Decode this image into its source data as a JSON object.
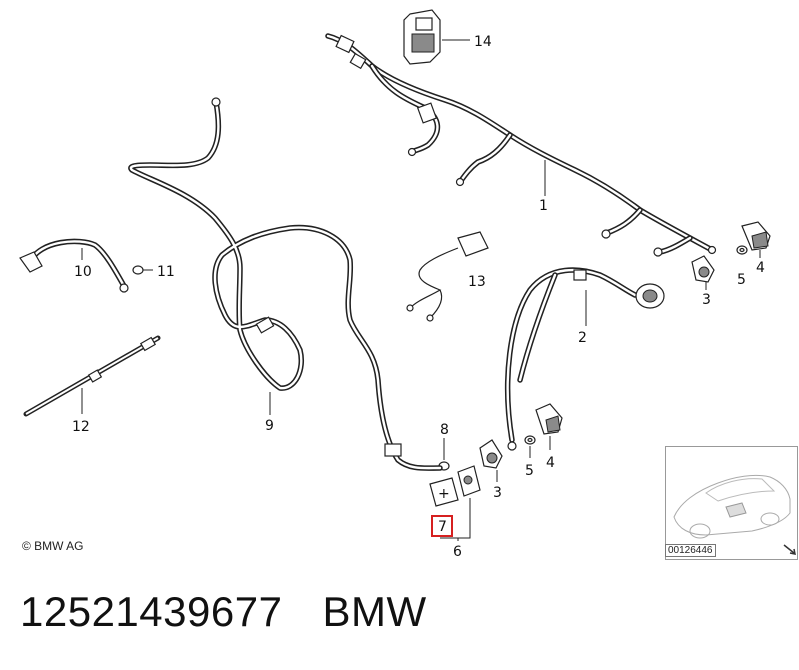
{
  "callouts": [
    {
      "id": "c1",
      "text": "1"
    },
    {
      "id": "c2",
      "text": "2"
    },
    {
      "id": "c3a",
      "text": "3"
    },
    {
      "id": "c3b",
      "text": "3"
    },
    {
      "id": "c4a",
      "text": "4"
    },
    {
      "id": "c4b",
      "text": "4"
    },
    {
      "id": "c5a",
      "text": "5"
    },
    {
      "id": "c5b",
      "text": "5"
    },
    {
      "id": "c6",
      "text": "6"
    },
    {
      "id": "c7",
      "text": "7"
    },
    {
      "id": "c8",
      "text": "8"
    },
    {
      "id": "c9",
      "text": "9"
    },
    {
      "id": "c10",
      "text": "10"
    },
    {
      "id": "c11",
      "text": "11"
    },
    {
      "id": "c12",
      "text": "12"
    },
    {
      "id": "c13",
      "text": "13"
    },
    {
      "id": "c14",
      "text": "14"
    }
  ],
  "highlighted_callout": "7",
  "highlight_color": "#d62020",
  "copyright": "© BMW AG",
  "thumbnail_code": "00126446",
  "part_number": "12521439677",
  "brand": "BMW"
}
